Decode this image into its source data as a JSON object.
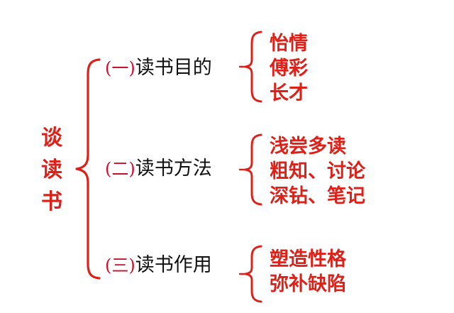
{
  "diagram": {
    "type": "mind-map-outline",
    "title": "谈读书",
    "background_color": "#FFFFFF",
    "accent_color": "#DD2018",
    "label_color": "#101010",
    "root": {
      "label": "谈读书",
      "characters": [
        "谈",
        "读",
        "书"
      ],
      "orientation": "vertical",
      "color": "#DD2018"
    },
    "branches": [
      {
        "number": "(一)",
        "label": "读书目的",
        "full_label": "(一)读书目的",
        "items": [
          "怡情",
          "傅彩",
          "长才"
        ]
      },
      {
        "number": "(二)",
        "label": "读书方法",
        "full_label": "(二)读书方法",
        "items": [
          "浅尝多读",
          "粗知、讨论",
          "深钻、笔记"
        ]
      },
      {
        "number": "(三)",
        "label": "读书作用",
        "full_label": "(三)读书作用",
        "items": [
          "塑造性格",
          "弥补缺陷"
        ]
      }
    ],
    "connectors": {
      "main_brace": "{",
      "sub_brace": "{"
    }
  }
}
